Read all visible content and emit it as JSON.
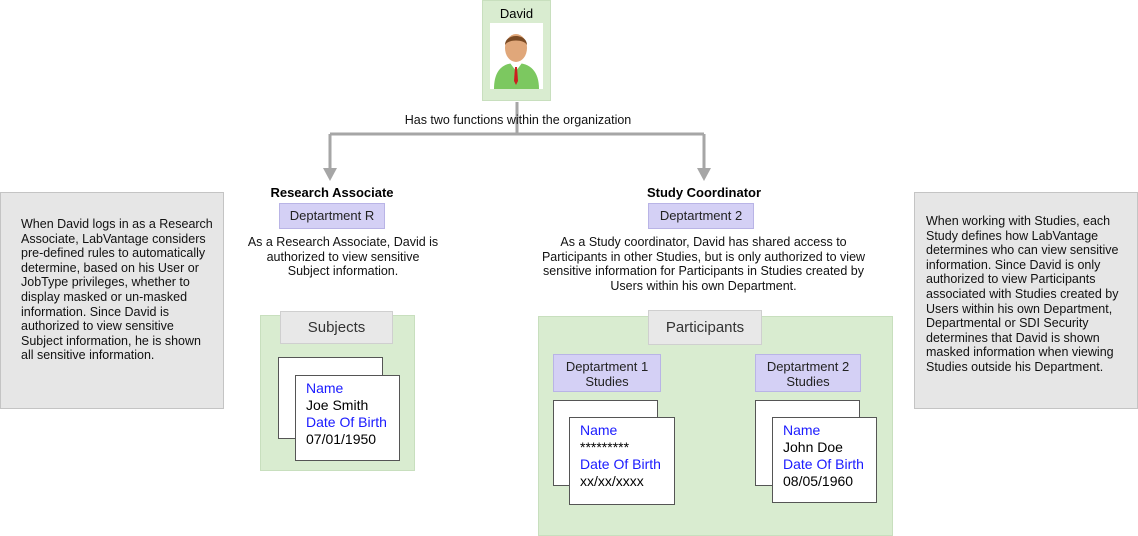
{
  "person": {
    "name": "David"
  },
  "connector_label": "Has two functions within the organization",
  "left_note": "When David logs in as a Research Associate, LabVantage considers pre-defined rules to automatically determine, based on his User or JobType privileges, whether to display masked or un-masked information. Since David is authorized to view sensitive Subject information, he is shown all sensitive information.",
  "right_note": "When working with Studies, each Study defines how LabVantage determines who can view sensitive information. Since David is only authorized to view Participants associated with Studies created by Users within his own Department, Departmental or SDI Security determines that David is shown masked information when viewing Studies outside his Department.",
  "research_associate": {
    "title": "Research Associate",
    "department": "Deptartment R",
    "description": "As a Research Associate,  David is authorized to view sensitive Subject information.",
    "panel_title": "Subjects",
    "record": {
      "name_label": "Name",
      "name_value": "Joe Smith",
      "dob_label": "Date Of Birth",
      "dob_value": "07/01/1950"
    }
  },
  "study_coordinator": {
    "title": "Study Coordinator",
    "department": "Deptartment 2",
    "description": "As a Study coordinator, David has shared access to Participants in other Studies, but is only authorized to view sensitive information for Participants in Studies created by Users within his own Department.",
    "panel_title": "Participants",
    "studies": [
      {
        "label_line1": "Deptartment 1",
        "label_line2": "Studies",
        "record": {
          "name_label": "Name",
          "name_value": "*********",
          "dob_label": "Date Of Birth",
          "dob_value": "xx/xx/xxxx"
        }
      },
      {
        "label_line1": "Deptartment 2",
        "label_line2": "Studies",
        "record": {
          "name_label": "Name",
          "name_value": "John Doe",
          "dob_label": "Date Of Birth",
          "dob_value": "08/05/1960"
        }
      }
    ]
  },
  "colors": {
    "green_panel": "#d9ecd0",
    "gray_note": "#e6e6e6",
    "department_fill": "#d4d0f5",
    "label_blue": "#1a1aff",
    "arrow": "#a6a6a6"
  }
}
